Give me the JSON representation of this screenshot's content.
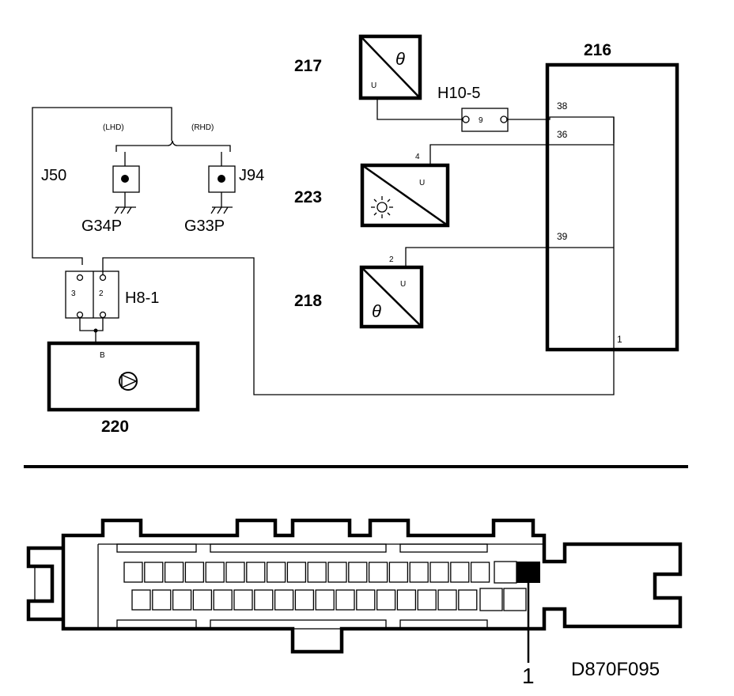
{
  "components": {
    "c216": "216",
    "c217": "217",
    "c223": "223",
    "c218": "218",
    "c220": "220"
  },
  "connectors": {
    "h10_5": "H10-5",
    "h10_5_pin": "9",
    "h8_1": "H8-1",
    "h8_1_pin_left": "3",
    "h8_1_pin_right": "2",
    "j50": "J50",
    "j94": "J94"
  },
  "grounds": {
    "g34p": "G34P",
    "g33p": "G33P"
  },
  "variants": {
    "lhd": "(LHD)",
    "rhd": "(RHD)"
  },
  "pins": {
    "p38": "38",
    "p36": "36",
    "p39": "39",
    "p1": "1",
    "p4": "4",
    "p2": "2",
    "pB": "B"
  },
  "symbols": {
    "u": "U",
    "theta": "θ",
    "icons": [
      "sun-icon",
      "pump-icon",
      "ground-icon",
      "theta-icon"
    ]
  },
  "bottom": {
    "callout": "1",
    "code": "D870F095"
  }
}
